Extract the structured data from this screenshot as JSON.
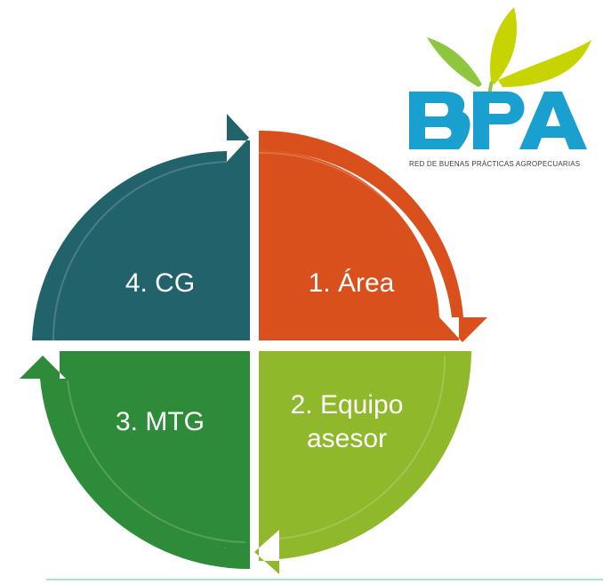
{
  "logo": {
    "text": "BPA",
    "subtitle": "RED DE BUENAS PRÁCTICAS AGROPECUARIAS",
    "colors": {
      "letters": "#1aa0cf",
      "leaf_left": "#8ec63f",
      "leaf_right": "#c8d400"
    }
  },
  "cycle": {
    "quadrants": [
      {
        "id": "q1",
        "line1": "1. Área",
        "line2": "",
        "color": "#d9501c"
      },
      {
        "id": "q2",
        "line1": "2. Equipo",
        "line2": "asesor",
        "color": "#8fb82a"
      },
      {
        "id": "q3",
        "line1": "3. MTG",
        "line2": "",
        "color": "#2e8b3a"
      },
      {
        "id": "q4",
        "line1": "4. CG",
        "line2": "",
        "color": "#22626b"
      }
    ]
  }
}
